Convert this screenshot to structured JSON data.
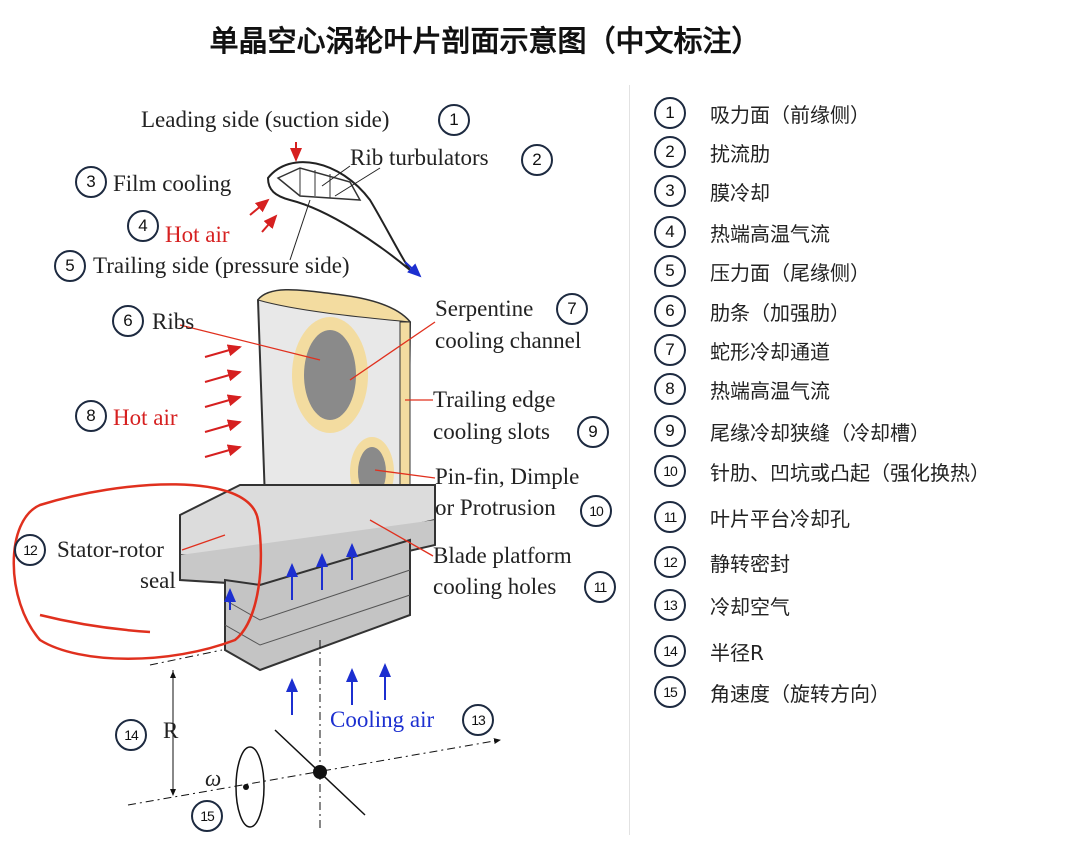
{
  "title": "单晶空心涡轮叶片剖面示意图（中文标注）",
  "diagram": {
    "labels": {
      "leading_side": "Leading side (suction side)",
      "rib_turbulators": "Rib turbulators",
      "film_cooling": "Film cooling",
      "hot_air_top": "Hot air",
      "trailing_side": "Trailing side (pressure side)",
      "ribs": "Ribs",
      "serpentine_1": "Serpentine",
      "serpentine_2": "cooling channel",
      "hot_air_mid": "Hot air",
      "trailing_edge_1": "Trailing edge",
      "trailing_edge_2": "cooling slots",
      "pinfin_1": "Pin-fin, Dimple",
      "pinfin_2": "or Protrusion",
      "stator_1": "Stator-rotor",
      "stator_2": "seal",
      "platform_1": "Blade platform",
      "platform_2": "cooling holes",
      "cooling_air": "Cooling air",
      "radius": "R",
      "omega": "ω"
    },
    "numbers": [
      "1",
      "2",
      "3",
      "4",
      "5",
      "6",
      "7",
      "8",
      "9",
      "10",
      "11",
      "12",
      "13",
      "14",
      "15"
    ],
    "colors": {
      "hot_air": "#d62020",
      "cooling_air": "#1c2fd0",
      "annotation": "#e0301e",
      "core": "#f3dca0"
    }
  },
  "legend": [
    {
      "num": "1",
      "text": "吸力面（前缘侧）"
    },
    {
      "num": "2",
      "text": "扰流肋"
    },
    {
      "num": "3",
      "text": "膜冷却"
    },
    {
      "num": "4",
      "text": "热端高温气流"
    },
    {
      "num": "5",
      "text": "压力面（尾缘侧）"
    },
    {
      "num": "6",
      "text": "肋条（加强肋）"
    },
    {
      "num": "7",
      "text": "蛇形冷却通道"
    },
    {
      "num": "8",
      "text": "热端高温气流"
    },
    {
      "num": "9",
      "text": "尾缘冷却狭缝（冷却槽）"
    },
    {
      "num": "10",
      "text": "针肋、凹坑或凸起（强化换热）"
    },
    {
      "num": "11",
      "text": "叶片平台冷却孔"
    },
    {
      "num": "12",
      "text": "静转密封"
    },
    {
      "num": "13",
      "text": "冷却空气"
    },
    {
      "num": "14",
      "text": "半径R"
    },
    {
      "num": "15",
      "text": "角速度（旋转方向）"
    }
  ]
}
